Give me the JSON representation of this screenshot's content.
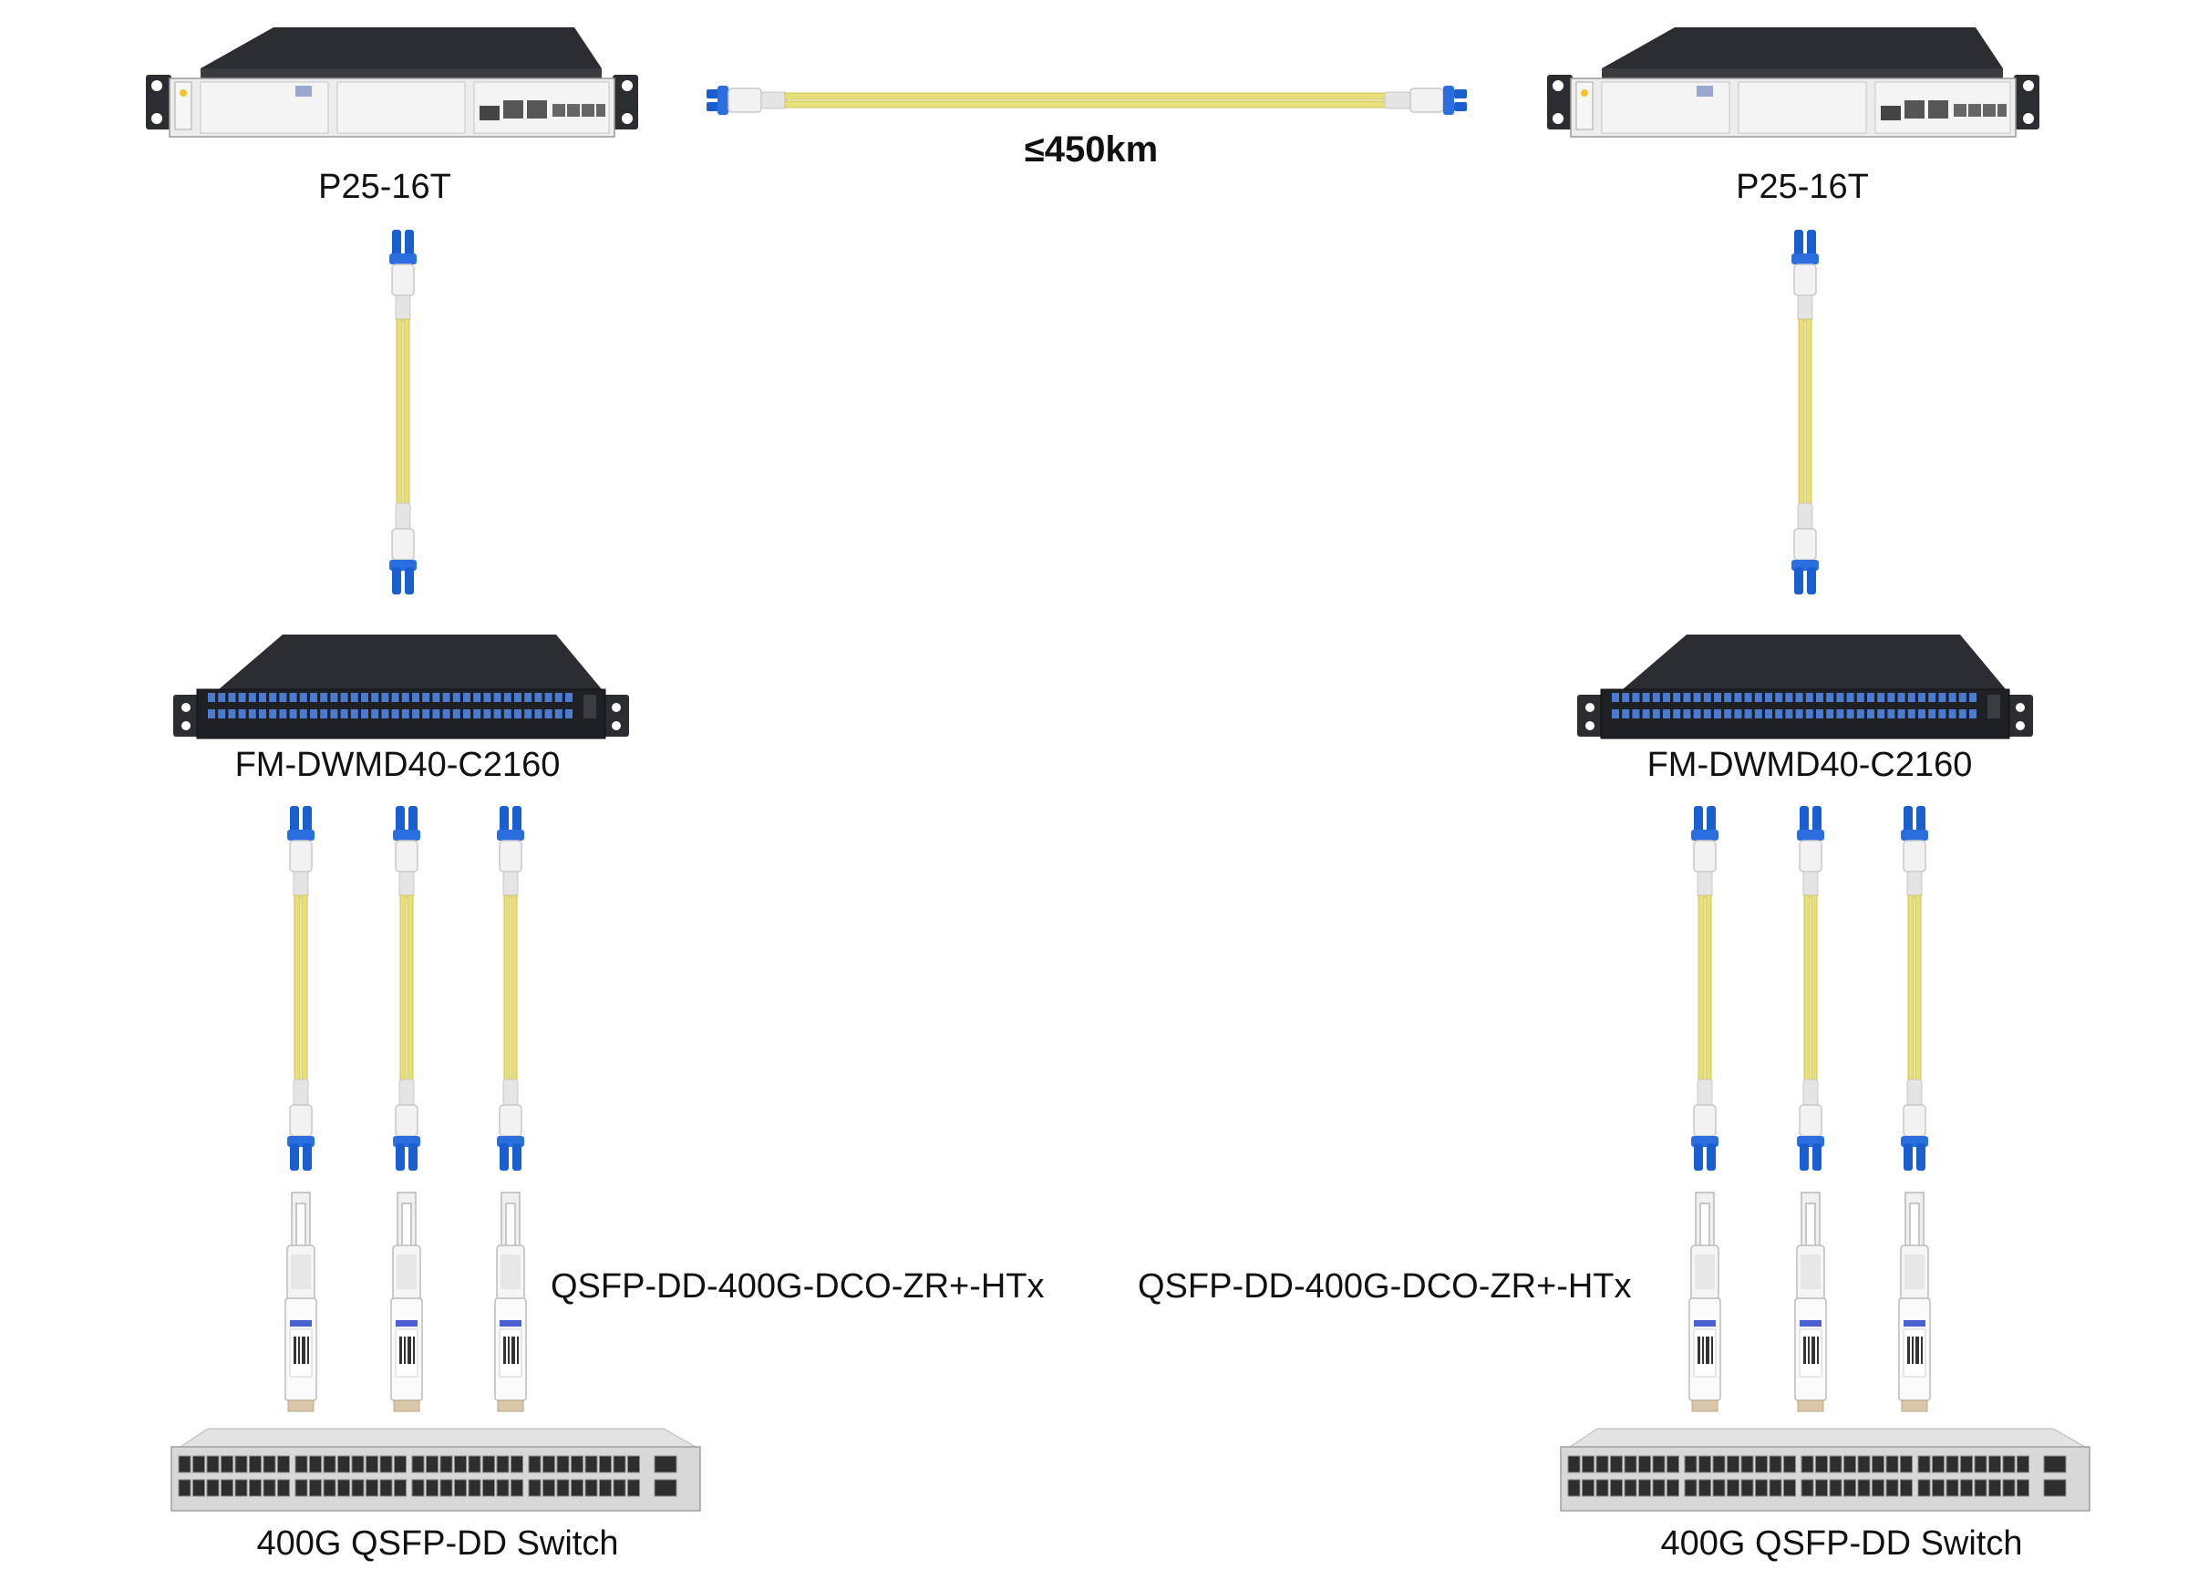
{
  "distance_label": "≤450km",
  "left": {
    "platform_label": "P25-16T",
    "mux_label": "FM-DWMD40-C2160",
    "module_label": "QSFP-DD-400G-DCO-ZR+-HTx",
    "switch_label": "400G QSFP-DD Switch"
  },
  "right": {
    "platform_label": "P25-16T",
    "mux_label": "FM-DWMD40-C2160",
    "module_label": "QSFP-DD-400G-DCO-ZR+-HTx",
    "switch_label": "400G QSFP-DD Switch"
  },
  "colors": {
    "fiber_yellow": "#e8df7a",
    "connector_blue": "#1a5fd0",
    "chassis_dark": "#2b2d31",
    "chassis_light": "#e9e9e9"
  }
}
